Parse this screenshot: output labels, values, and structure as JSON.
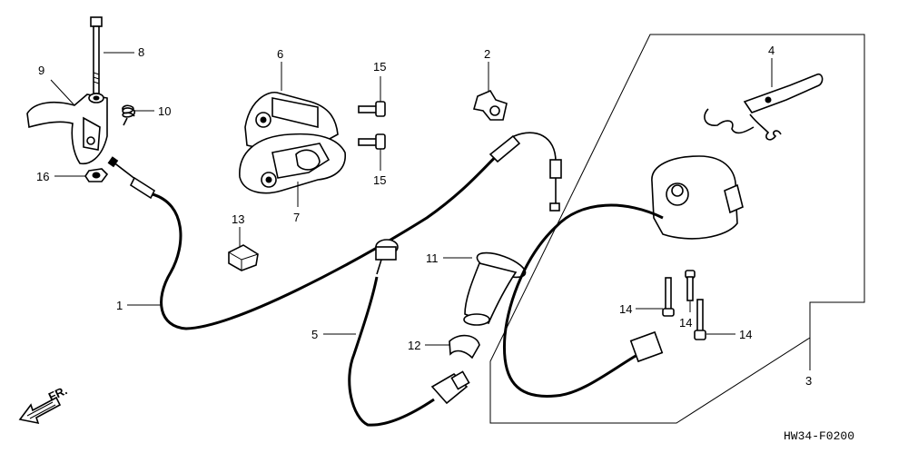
{
  "diagram": {
    "code": "HW34-F0200",
    "direction_label": "FR.",
    "callouts": {
      "c1": "1",
      "c2": "2",
      "c3": "3",
      "c4": "4",
      "c5": "5",
      "c6": "6",
      "c7": "7",
      "c8": "8",
      "c9": "9",
      "c10": "10",
      "c11": "11",
      "c12": "12",
      "c13": "13",
      "c14a": "14",
      "c14b": "14",
      "c14c": "14",
      "c15a": "15",
      "c15b": "15",
      "c16": "16"
    }
  }
}
